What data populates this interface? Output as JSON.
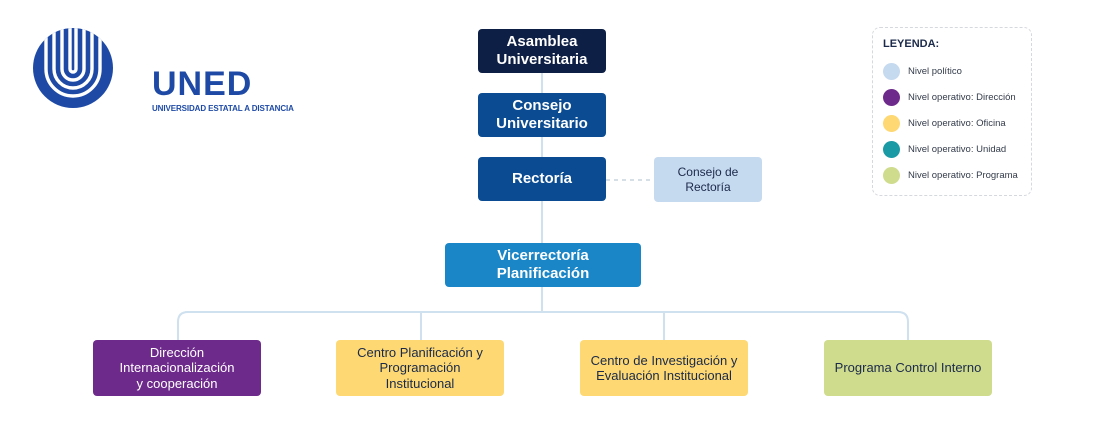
{
  "logo": {
    "name": "UNED",
    "subtitle": "UNIVERSIDAD ESTATAL A DISTANCIA"
  },
  "nodes": {
    "asamblea": "Asamblea\nUniversitaria",
    "consejo": "Consejo\nUniversitario",
    "rectoria": "Rectoría",
    "consejo_rectoria": "Consejo de\nRectoría",
    "vicerrectoria": "Vicerrectoría Planificación",
    "direccion": "Dirección\nInternacionalización\ny cooperación",
    "centro_planificacion": "Centro Planificación y\nProgramación\nInstitucional",
    "centro_investigacion": "Centro de Investigación y\nEvaluación Institucional",
    "programa": "Programa Control Interno"
  },
  "legend": {
    "title": "LEYENDA:",
    "items": [
      {
        "label": "Nivel político",
        "color": "#c5d9ef"
      },
      {
        "label": "Nivel operativo: Dirección",
        "color": "#6e2a8b"
      },
      {
        "label": "Nivel operativo: Oficina",
        "color": "#fdd873"
      },
      {
        "label": "Nivel operativo: Unidad",
        "color": "#1a9aa5"
      },
      {
        "label": "Nivel operativo: Programa",
        "color": "#cfdc8d"
      }
    ]
  },
  "colors": {
    "asamblea": "#0d1f45",
    "consejo": "#0b4b92",
    "rectoria": "#0b4b92",
    "consejo_rectoria": "#c5d9ef",
    "vicerrectoria": "#1a86c7",
    "direccion": "#6e2a8b",
    "oficina": "#fdd873",
    "programa": "#cfdc8d",
    "brand": "#1e4aa6"
  }
}
